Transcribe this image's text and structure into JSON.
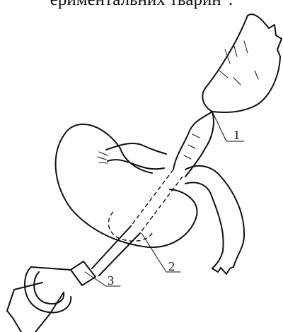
{
  "caption": "ериментальних тварин\".",
  "labels": {
    "one": "1",
    "two": "2",
    "three": "3"
  }
}
